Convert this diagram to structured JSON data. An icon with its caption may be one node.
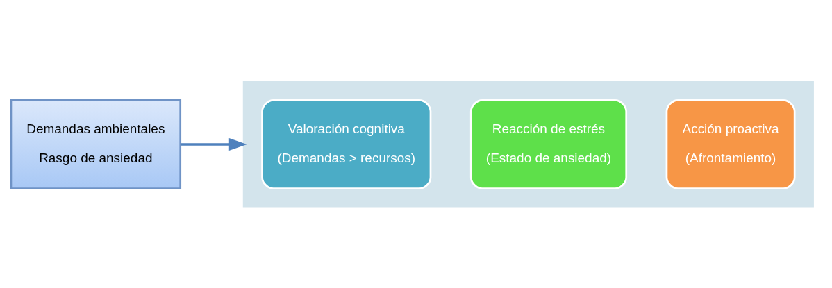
{
  "diagram": {
    "nodes": [
      {
        "text": [
          "Demandas ambientales",
          "Rasgo de ansiedad"
        ]
      },
      {
        "text": [],
        "shape": "arrow"
      },
      {
        "text": [
          "Valoración cognitiva",
          "(Demandas > recursos)"
        ],
        "in": 1
      },
      {
        "text": [
          "Reacción de estrés",
          "(Estado de ansiedad)"
        ],
        "in": 1
      },
      {
        "text": [
          "Acción proactiva",
          "(Afrontamiento)"
        ],
        "in": 1
      }
    ],
    "edges": [
      {
        "from": 0,
        "to": 1,
        "arrow": "to"
      }
    ]
  }
}
